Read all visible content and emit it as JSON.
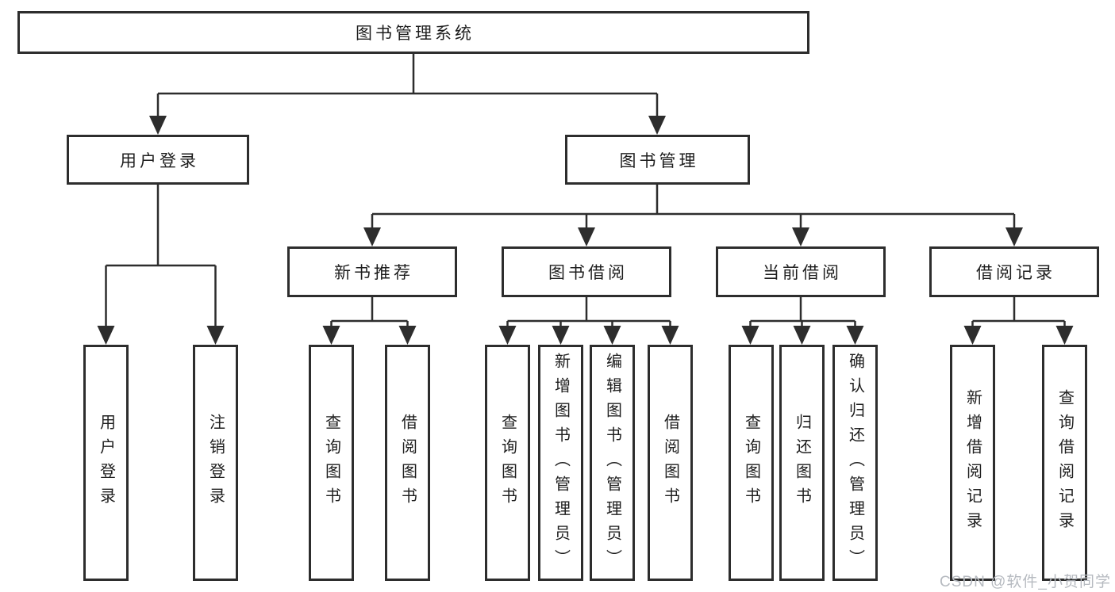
{
  "diagram_title": "图书管理系统",
  "watermark": "CSDN @软件_小贺同学",
  "colors": {
    "line": "#2d2d2d",
    "box_border": "#2d2d2d",
    "box_fill": "#ffffff",
    "text": "#1e1e1e",
    "watermark": "#b6bac0",
    "background": "#ffffff"
  },
  "tree": {
    "label": "图书管理系统",
    "children": [
      {
        "label": "用户登录",
        "children": [
          {
            "label": "用户登录"
          },
          {
            "label": "注销登录"
          }
        ]
      },
      {
        "label": "图书管理",
        "children": [
          {
            "label": "新书推荐",
            "children": [
              {
                "label": "查询图书"
              },
              {
                "label": "借阅图书"
              }
            ]
          },
          {
            "label": "图书借阅",
            "children": [
              {
                "label": "查询图书"
              },
              {
                "label": "新增图书（管理员）"
              },
              {
                "label": "编辑图书（管理员）"
              },
              {
                "label": "借阅图书"
              }
            ]
          },
          {
            "label": "当前借阅",
            "children": [
              {
                "label": "查询图书"
              },
              {
                "label": "归还图书"
              },
              {
                "label": "确认归还（管理员）"
              }
            ]
          },
          {
            "label": "借阅记录",
            "children": [
              {
                "label": "新增借阅记录"
              },
              {
                "label": "查询借阅记录"
              }
            ]
          }
        ]
      }
    ]
  }
}
